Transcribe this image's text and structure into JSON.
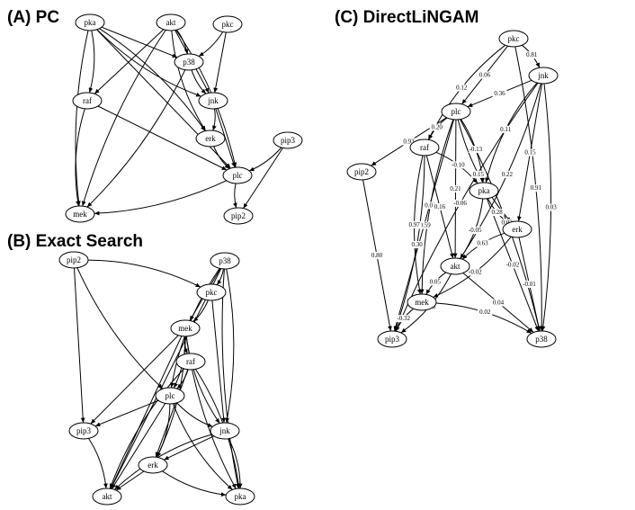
{
  "panels": {
    "pc": {
      "title": "(A) PC",
      "nodes": [
        "pka",
        "akt",
        "pkc",
        "p38",
        "raf",
        "jnk",
        "erk",
        "pip3",
        "plc",
        "mek",
        "pip2"
      ],
      "edges": [
        [
          "pka",
          "raf"
        ],
        [
          "pka",
          "p38"
        ],
        [
          "pka",
          "jnk"
        ],
        [
          "pka",
          "erk"
        ],
        [
          "pka",
          "plc"
        ],
        [
          "pka",
          "mek"
        ],
        [
          "akt",
          "p38"
        ],
        [
          "akt",
          "jnk"
        ],
        [
          "akt",
          "erk"
        ],
        [
          "akt",
          "plc"
        ],
        [
          "akt",
          "raf"
        ],
        [
          "akt",
          "mek"
        ],
        [
          "pkc",
          "p38"
        ],
        [
          "pkc",
          "jnk"
        ],
        [
          "p38",
          "jnk"
        ],
        [
          "p38",
          "mek"
        ],
        [
          "raf",
          "plc"
        ],
        [
          "raf",
          "mek"
        ],
        [
          "jnk",
          "erk"
        ],
        [
          "jnk",
          "plc"
        ],
        [
          "erk",
          "plc"
        ],
        [
          "pip3",
          "plc"
        ],
        [
          "pip3",
          "pip2"
        ],
        [
          "plc",
          "pip2"
        ],
        [
          "plc",
          "mek"
        ]
      ]
    },
    "exact": {
      "title": "(B) Exact Search",
      "nodes": [
        "pip2",
        "p38",
        "pkc",
        "mek",
        "raf",
        "plc",
        "pip3",
        "jnk",
        "erk",
        "akt",
        "pka"
      ],
      "edges": [
        [
          "pip2",
          "pkc"
        ],
        [
          "pip2",
          "pip3"
        ],
        [
          "pip2",
          "plc"
        ],
        [
          "p38",
          "pkc"
        ],
        [
          "p38",
          "mek"
        ],
        [
          "p38",
          "plc"
        ],
        [
          "p38",
          "jnk"
        ],
        [
          "p38",
          "akt"
        ],
        [
          "p38",
          "pka"
        ],
        [
          "pkc",
          "mek"
        ],
        [
          "pkc",
          "jnk"
        ],
        [
          "mek",
          "raf"
        ],
        [
          "mek",
          "plc"
        ],
        [
          "mek",
          "pip3"
        ],
        [
          "mek",
          "jnk"
        ],
        [
          "mek",
          "erk"
        ],
        [
          "mek",
          "akt"
        ],
        [
          "mek",
          "pka"
        ],
        [
          "raf",
          "plc"
        ],
        [
          "raf",
          "erk"
        ],
        [
          "raf",
          "akt"
        ],
        [
          "raf",
          "pka"
        ],
        [
          "plc",
          "pip3"
        ],
        [
          "plc",
          "jnk"
        ],
        [
          "plc",
          "erk"
        ],
        [
          "plc",
          "akt"
        ],
        [
          "plc",
          "pka"
        ],
        [
          "pip3",
          "akt"
        ],
        [
          "jnk",
          "erk"
        ],
        [
          "jnk",
          "akt"
        ],
        [
          "jnk",
          "pka"
        ],
        [
          "erk",
          "akt"
        ],
        [
          "erk",
          "pka"
        ]
      ]
    },
    "lingam": {
      "title": "(C) DirectLiNGAM",
      "nodes": [
        "pkc",
        "jnk",
        "plc",
        "raf",
        "pip2",
        "pka",
        "erk",
        "akt",
        "mek",
        "pip3",
        "p38"
      ],
      "edges": [
        [
          "pkc",
          "jnk",
          "0.81"
        ],
        [
          "pkc",
          "plc",
          "0.06"
        ],
        [
          "pkc",
          "raf",
          "0.12"
        ],
        [
          "pkc",
          "p38",
          "0.91"
        ],
        [
          "jnk",
          "plc",
          "0.36"
        ],
        [
          "jnk",
          "pka",
          "0.11"
        ],
        [
          "jnk",
          "akt",
          "0.22"
        ],
        [
          "jnk",
          "erk",
          "0.15"
        ],
        [
          "jnk",
          "pip3",
          "-0.06"
        ],
        [
          "jnk",
          "p38",
          "0.03"
        ],
        [
          "plc",
          "pip2",
          "0.93"
        ],
        [
          "plc",
          "raf",
          "0.20"
        ],
        [
          "plc",
          "pka",
          "-0.13"
        ],
        [
          "plc",
          "akt",
          "0.21"
        ],
        [
          "plc",
          "erk",
          "0.15"
        ],
        [
          "plc",
          "p38",
          "0.02"
        ],
        [
          "plc",
          "pip3",
          "-0.59"
        ],
        [
          "plc",
          "mek",
          "0.01"
        ],
        [
          "raf",
          "pka",
          "-0.10"
        ],
        [
          "raf",
          "akt",
          "0.16"
        ],
        [
          "raf",
          "mek",
          "0.97"
        ],
        [
          "raf",
          "pip3",
          "0.30"
        ],
        [
          "pip2",
          "pip3",
          "0.80"
        ],
        [
          "pka",
          "erk",
          "0.28"
        ],
        [
          "pka",
          "akt",
          "-0.05"
        ],
        [
          "pka",
          "p38",
          "-0.02"
        ],
        [
          "erk",
          "akt",
          "0.63"
        ],
        [
          "erk",
          "mek",
          "-0.02"
        ],
        [
          "erk",
          "p38",
          "-0.01"
        ],
        [
          "akt",
          "mek",
          "0.05"
        ],
        [
          "akt",
          "pip3",
          "-0.08"
        ],
        [
          "akt",
          "p38",
          "0.04"
        ],
        [
          "mek",
          "pip3",
          "-0.32"
        ],
        [
          "mek",
          "p38",
          "0.02"
        ]
      ]
    }
  }
}
